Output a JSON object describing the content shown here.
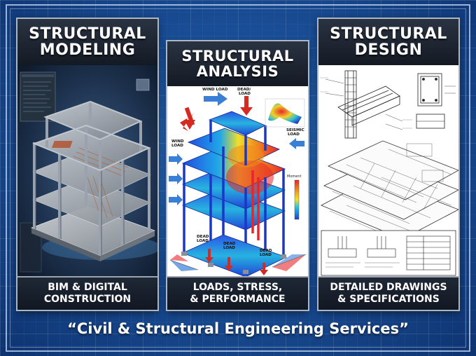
{
  "panels": [
    {
      "title_line1": "Structural",
      "title_line2": "Modeling",
      "caption_line1": "BIM & Digital",
      "caption_line2": "Construction"
    },
    {
      "title_line1": "Structural",
      "title_line2": "Analysis",
      "caption_line1": "Loads, Stress,",
      "caption_line2": "& Performance"
    },
    {
      "title_line1": "Structural",
      "title_line2": "Design",
      "caption_line1": "Detailed Drawings",
      "caption_line2": "& Specifications"
    }
  ],
  "analysis_labels": {
    "wind_load_top": "WIND LOAD",
    "dead_load_top_1": "DEAD/",
    "dead_load_top_2": "LOAD",
    "wind_load_left_1": "WIND",
    "wind_load_left_2": "LOAD",
    "seismic_load_1": "SEISMIC",
    "seismic_load_2": "LOAD",
    "dead_load_b1_1": "DEAD",
    "dead_load_b1_2": "LOAD",
    "dead_load_b2_1": "DEAD",
    "dead_load_b2_2": "LOAD",
    "dead_load_b3_1": "DEAD",
    "dead_load_b3_2": "LOAD",
    "moment_label": "Moment"
  },
  "tagline": "“Civil & Structural Engineering Services”",
  "colors": {
    "background": "#1a4f98",
    "panel_dark": "#1c2330",
    "panel_border": "#aeb6c0",
    "stress_red": "#e8262a",
    "stress_blue": "#1f4fe0",
    "load_arrow_red": "#d42a22",
    "load_arrow_blue": "#3a7fd6"
  }
}
